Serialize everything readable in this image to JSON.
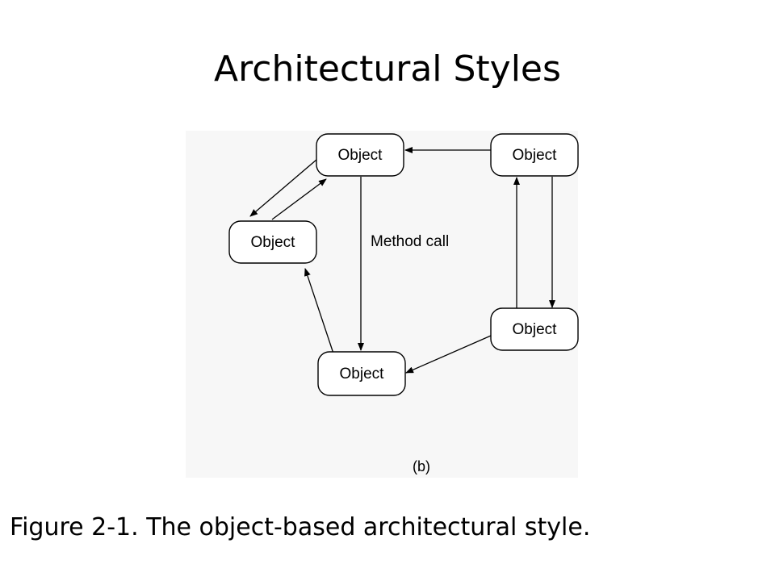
{
  "slide": {
    "title": "Architectural Styles",
    "caption": "Figure 2-1. The object-based architectural style."
  },
  "diagram": {
    "nodes": [
      {
        "id": "top-left",
        "label": "Object"
      },
      {
        "id": "top-right",
        "label": "Object"
      },
      {
        "id": "left",
        "label": "Object"
      },
      {
        "id": "right",
        "label": "Object"
      },
      {
        "id": "bottom",
        "label": "Object"
      }
    ],
    "edge_label": "Method call",
    "panel_label": "(b)",
    "edges": [
      {
        "from": "top-right",
        "to": "top-left"
      },
      {
        "from": "top-left",
        "to": "left"
      },
      {
        "from": "left",
        "to": "top-left"
      },
      {
        "from": "top-left",
        "to": "bottom"
      },
      {
        "from": "bottom",
        "to": "left"
      },
      {
        "from": "right",
        "to": "bottom"
      },
      {
        "from": "right",
        "to": "top-right"
      },
      {
        "from": "top-right",
        "to": "right"
      }
    ]
  }
}
